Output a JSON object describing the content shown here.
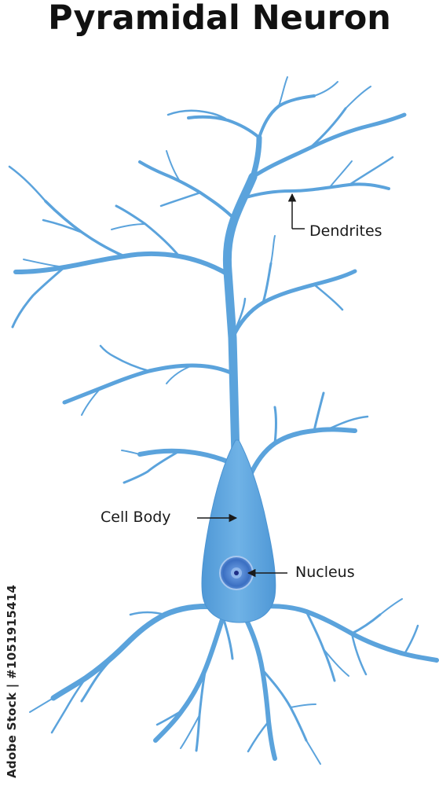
{
  "title": "Pyramidal Neuron",
  "labels": {
    "dendrites": "Dendrites",
    "cell_body": "Cell Body",
    "nucleus": "Nucleus"
  },
  "watermark": "Adobe Stock | #1051915414",
  "colors": {
    "neuron": "#5ba3dc",
    "neuron_dark": "#3f86c4",
    "nucleus_outer": "#3b6fc2",
    "nucleus_inner": "#2a3f9e",
    "text": "#1a1a1a"
  }
}
